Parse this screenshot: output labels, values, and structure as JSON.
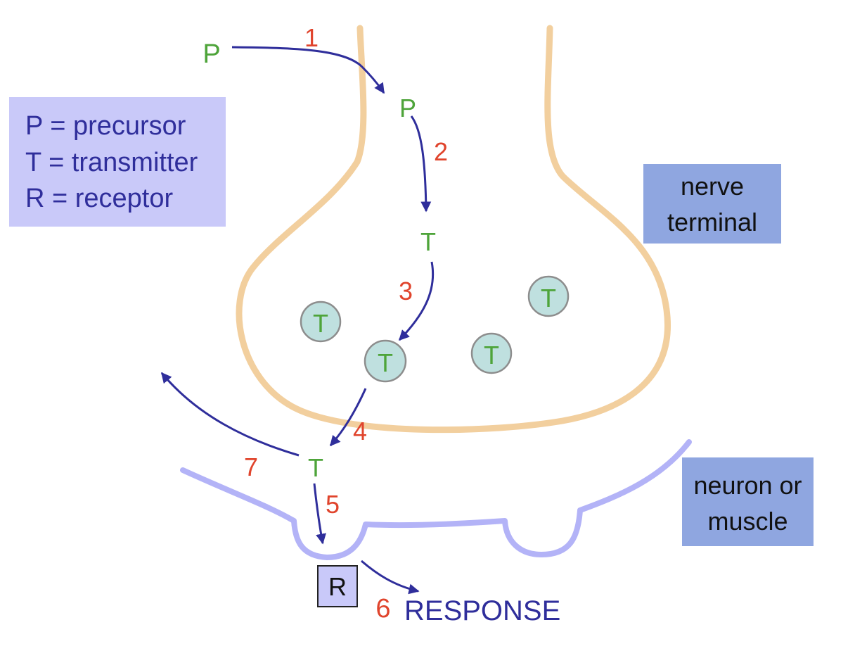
{
  "legend": {
    "line1": "P = precursor",
    "line2": "T = transmitter",
    "line3": "R = receptor"
  },
  "labels": {
    "nerve_terminal_line1": "nerve",
    "nerve_terminal_line2": "terminal",
    "neuron_line1": "neuron or",
    "neuron_line2": "muscle"
  },
  "symbols": {
    "precursor_outside": "P",
    "precursor_inside": "P",
    "transmitter_synthesized": "T",
    "vesicle_1": "T",
    "vesicle_2": "T",
    "vesicle_3": "T",
    "vesicle_4": "T",
    "transmitter_released": "T",
    "receptor": "R"
  },
  "steps": {
    "s1": "1",
    "s2": "2",
    "s3": "3",
    "s4": "4",
    "s5": "5",
    "s6": "6",
    "s7": "7"
  },
  "response": "RESPONSE",
  "colors": {
    "terminal_membrane": "#f2cf9e",
    "postsynaptic_membrane": "#b3b3f7",
    "arrow": "#2f2e9b",
    "step_number": "#e0442c",
    "symbol": "#4ea43a",
    "vesicle_fill": "#bfe0df",
    "vesicle_stroke": "#8d8d8d",
    "legend_bg": "#c9c9f9",
    "label_bg": "#8fa6e0"
  }
}
